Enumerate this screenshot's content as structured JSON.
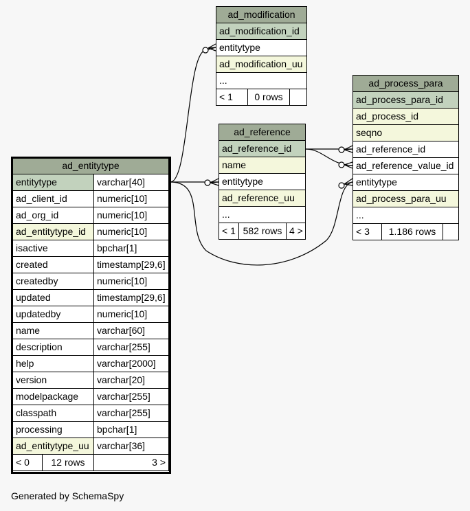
{
  "tables": {
    "ad_modification": {
      "name": "ad_modification",
      "rows": [
        {
          "name": "ad_modification_id",
          "kind": "pk"
        },
        {
          "name": "entitytype",
          "kind": "plain"
        },
        {
          "name": "ad_modification_uu",
          "kind": "fk"
        },
        {
          "name": "...",
          "kind": "plain"
        }
      ],
      "footer": [
        "< 1",
        "0 rows",
        ""
      ]
    },
    "ad_reference": {
      "name": "ad_reference",
      "rows": [
        {
          "name": "ad_reference_id",
          "kind": "pk"
        },
        {
          "name": "name",
          "kind": "fk"
        },
        {
          "name": "entitytype",
          "kind": "plain"
        },
        {
          "name": "ad_reference_uu",
          "kind": "fk"
        },
        {
          "name": "...",
          "kind": "plain"
        }
      ],
      "footer": [
        "< 1",
        "582 rows",
        "4 >"
      ]
    },
    "ad_process_para": {
      "name": "ad_process_para",
      "rows": [
        {
          "name": "ad_process_para_id",
          "kind": "pk"
        },
        {
          "name": "ad_process_id",
          "kind": "fk"
        },
        {
          "name": "seqno",
          "kind": "fk"
        },
        {
          "name": "ad_reference_id",
          "kind": "plain"
        },
        {
          "name": "ad_reference_value_id",
          "kind": "plain"
        },
        {
          "name": "entitytype",
          "kind": "plain"
        },
        {
          "name": "ad_process_para_uu",
          "kind": "fk"
        },
        {
          "name": "...",
          "kind": "plain"
        }
      ],
      "footer": [
        "< 3",
        "1.186 rows",
        ""
      ]
    },
    "ad_entitytype": {
      "name": "ad_entitytype",
      "rows": [
        {
          "name": "entitytype",
          "type": "varchar[40]",
          "kind": "pk"
        },
        {
          "name": "ad_client_id",
          "type": "numeric[10]",
          "kind": "plain"
        },
        {
          "name": "ad_org_id",
          "type": "numeric[10]",
          "kind": "plain"
        },
        {
          "name": "ad_entitytype_id",
          "type": "numeric[10]",
          "kind": "fk"
        },
        {
          "name": "isactive",
          "type": "bpchar[1]",
          "kind": "plain"
        },
        {
          "name": "created",
          "type": "timestamp[29,6]",
          "kind": "plain"
        },
        {
          "name": "createdby",
          "type": "numeric[10]",
          "kind": "plain"
        },
        {
          "name": "updated",
          "type": "timestamp[29,6]",
          "kind": "plain"
        },
        {
          "name": "updatedby",
          "type": "numeric[10]",
          "kind": "plain"
        },
        {
          "name": "name",
          "type": "varchar[60]",
          "kind": "plain"
        },
        {
          "name": "description",
          "type": "varchar[255]",
          "kind": "plain"
        },
        {
          "name": "help",
          "type": "varchar[2000]",
          "kind": "plain"
        },
        {
          "name": "version",
          "type": "varchar[20]",
          "kind": "plain"
        },
        {
          "name": "modelpackage",
          "type": "varchar[255]",
          "kind": "plain"
        },
        {
          "name": "classpath",
          "type": "varchar[255]",
          "kind": "plain"
        },
        {
          "name": "processing",
          "type": "bpchar[1]",
          "kind": "plain"
        },
        {
          "name": "ad_entitytype_uu",
          "type": "varchar[36]",
          "kind": "fk"
        }
      ],
      "footer": [
        "< 0",
        "12 rows",
        "3 >"
      ]
    }
  },
  "relationships": [
    {
      "from": "ad_modification.entitytype",
      "to": "ad_entitytype.entitytype"
    },
    {
      "from": "ad_reference.entitytype",
      "to": "ad_entitytype.entitytype"
    },
    {
      "from": "ad_process_para.entitytype",
      "to": "ad_entitytype.entitytype"
    },
    {
      "from": "ad_process_para.ad_reference_id",
      "to": "ad_reference.ad_reference_id"
    },
    {
      "from": "ad_process_para.ad_reference_value_id",
      "to": "ad_reference.ad_reference_id"
    }
  ],
  "generated_by": "Generated by SchemaSpy"
}
